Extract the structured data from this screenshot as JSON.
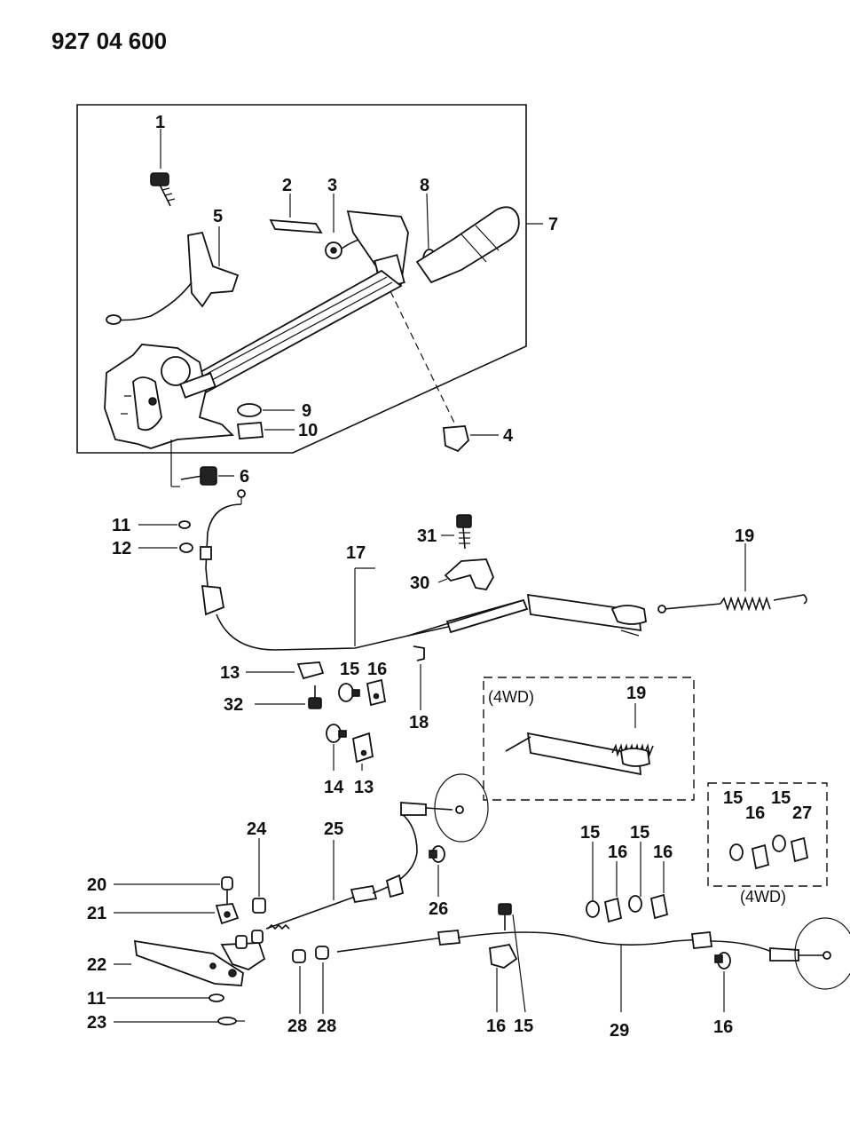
{
  "document_id": "927 04 600",
  "labels": {
    "l1": "1",
    "l2": "2",
    "l3": "3",
    "l4": "4",
    "l5": "5",
    "l6": "6",
    "l7": "7",
    "l8": "8",
    "l9": "9",
    "l10": "10",
    "l11a": "11",
    "l12": "12",
    "l13a": "13",
    "l15a": "15",
    "l16a": "16",
    "l17": "17",
    "l18": "18",
    "l19a": "19",
    "l30": "30",
    "l31": "31",
    "l32": "32",
    "l14": "14",
    "l13b": "13",
    "l19b": "19",
    "l24": "24",
    "l25": "25",
    "l20": "20",
    "l21": "21",
    "l22": "22",
    "l11b": "11",
    "l23": "23",
    "l26": "26",
    "l28a": "28",
    "l28b": "28",
    "l15b": "15",
    "l16b": "16",
    "l15c": "15",
    "l16c": "16",
    "l16d": "16",
    "l15d": "15",
    "l29": "29",
    "l16e": "16",
    "l15e": "15",
    "l16f": "16",
    "l15f": "15",
    "l27": "27"
  },
  "tags": {
    "fourwd_top": "(4WD)",
    "fourwd_bottom": "(4WD)"
  }
}
